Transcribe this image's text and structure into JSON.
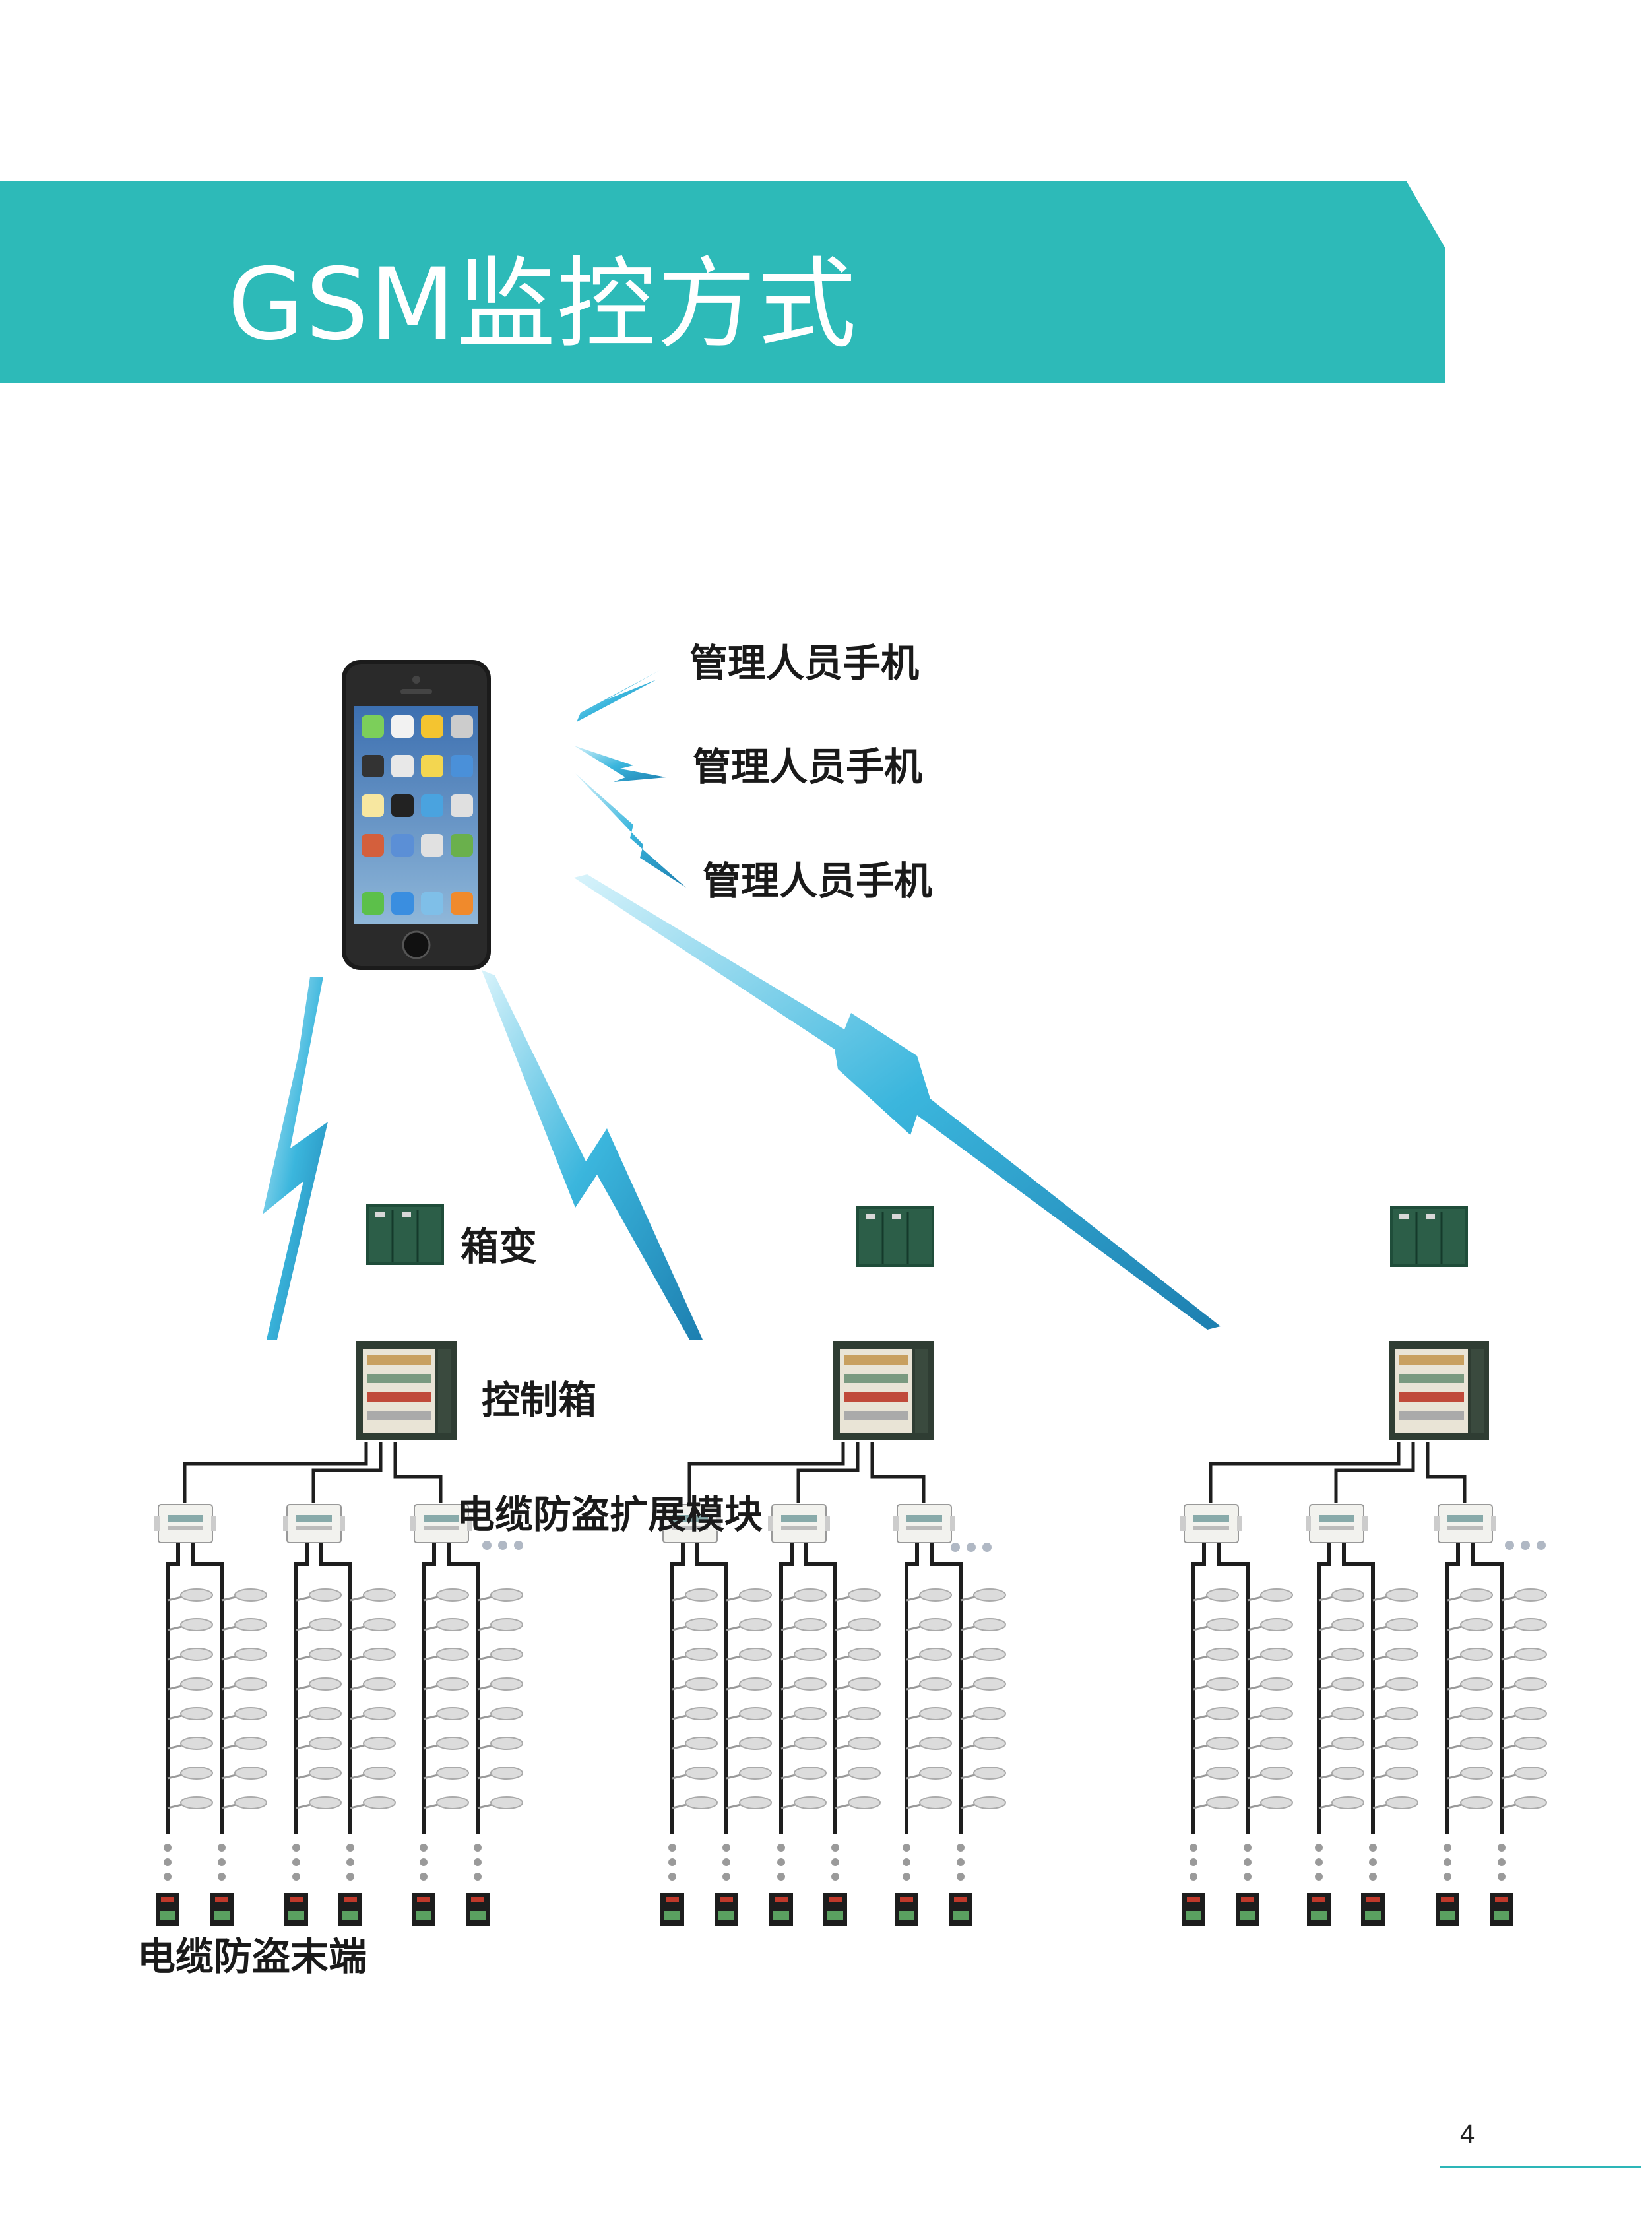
{
  "header": {
    "title": "GSM监控方式",
    "band_color": "#2dbab8"
  },
  "labels": {
    "phone_1": "管理人员手机",
    "phone_2": "管理人员手机",
    "phone_3": "管理人员手机",
    "box_transformer": "箱变",
    "control_box": "控制箱",
    "extension_module": "电缆防盗扩展模块",
    "terminal": "电缆防盗末端"
  },
  "colors": {
    "signal": "#3bb6dd",
    "cable": "#1e1e1e",
    "transformer": "#1f4d3a"
  },
  "footer": {
    "page_number": "4"
  }
}
